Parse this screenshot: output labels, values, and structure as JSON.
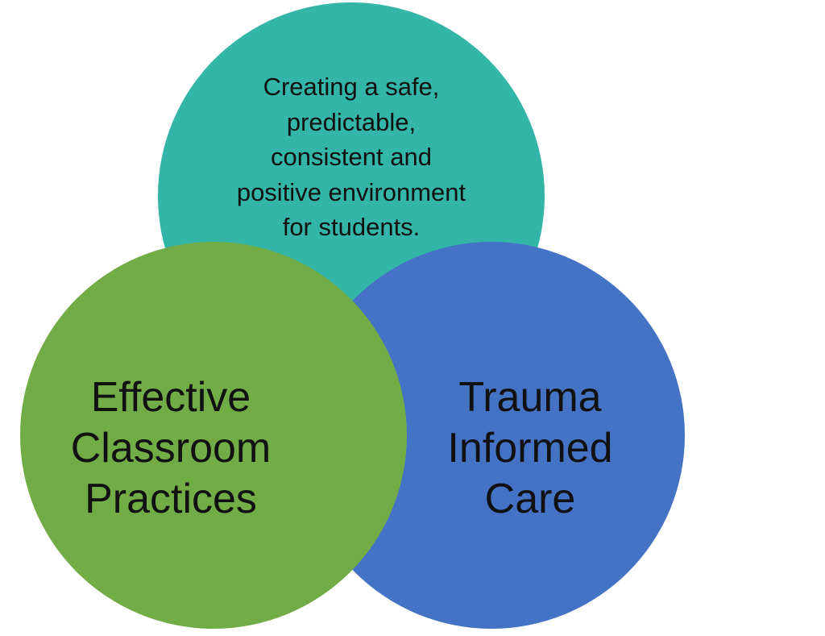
{
  "colors": {
    "top_circle": "#33b5a7",
    "left_circle": "#72ac47",
    "right_circle": "#4472c4",
    "text": "#111111",
    "background": "#ffffff"
  },
  "diagram": {
    "top": {
      "lines": [
        "Creating a safe,",
        "predictable,",
        "consistent and",
        "positive environment",
        "for students."
      ]
    },
    "left": {
      "lines": [
        "Effective",
        "Classroom",
        "Practices"
      ]
    },
    "right": {
      "lines": [
        "Trauma",
        "Informed",
        "Care"
      ]
    }
  }
}
